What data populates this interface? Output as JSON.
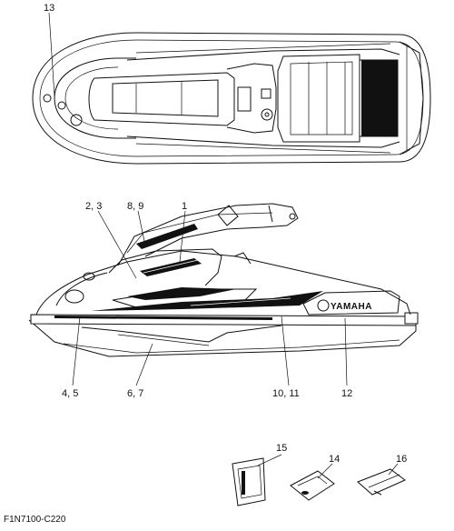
{
  "callouts": {
    "c13": "13",
    "c2_3": "2, 3",
    "c8_9": "8, 9",
    "c1": "1",
    "c4_5": "4, 5",
    "c6_7": "6, 7",
    "c10_11": "10, 11",
    "c12": "12",
    "c15": "15",
    "c14": "14",
    "c16": "16"
  },
  "brand_decal": "YAMAHA",
  "figure_code": "F1N7100-C220"
}
